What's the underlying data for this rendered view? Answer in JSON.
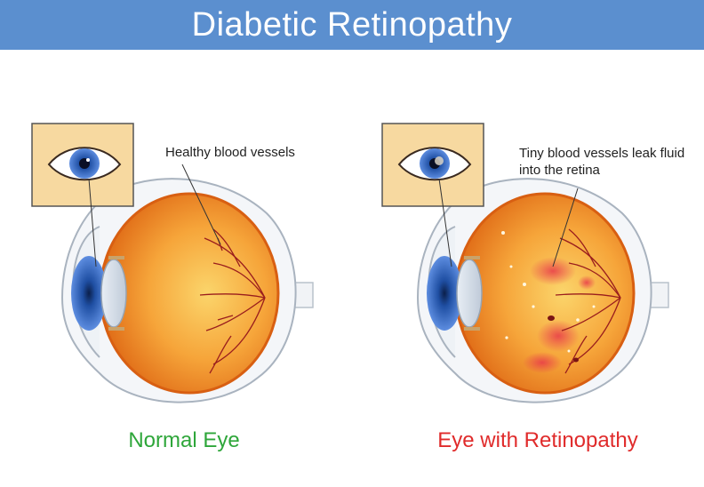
{
  "title": "Diabetic Retinopathy",
  "panels": [
    {
      "caption": "Normal Eye",
      "annotation": "Healthy blood vessels",
      "caption_color": "#2ea63a"
    },
    {
      "caption": "Eye with Retinopathy",
      "annotation": "Tiny blood vessels leak fluid into the retina",
      "caption_color": "#e02b2b"
    }
  ],
  "colors": {
    "title_bar": "#5b8fcf",
    "inset_bg": "#f7d9a0",
    "retina_orange": "#f08c2a",
    "iris_blue": "#3a63b8",
    "vessel": "#8b1a1a",
    "leak": "#e8394a"
  }
}
